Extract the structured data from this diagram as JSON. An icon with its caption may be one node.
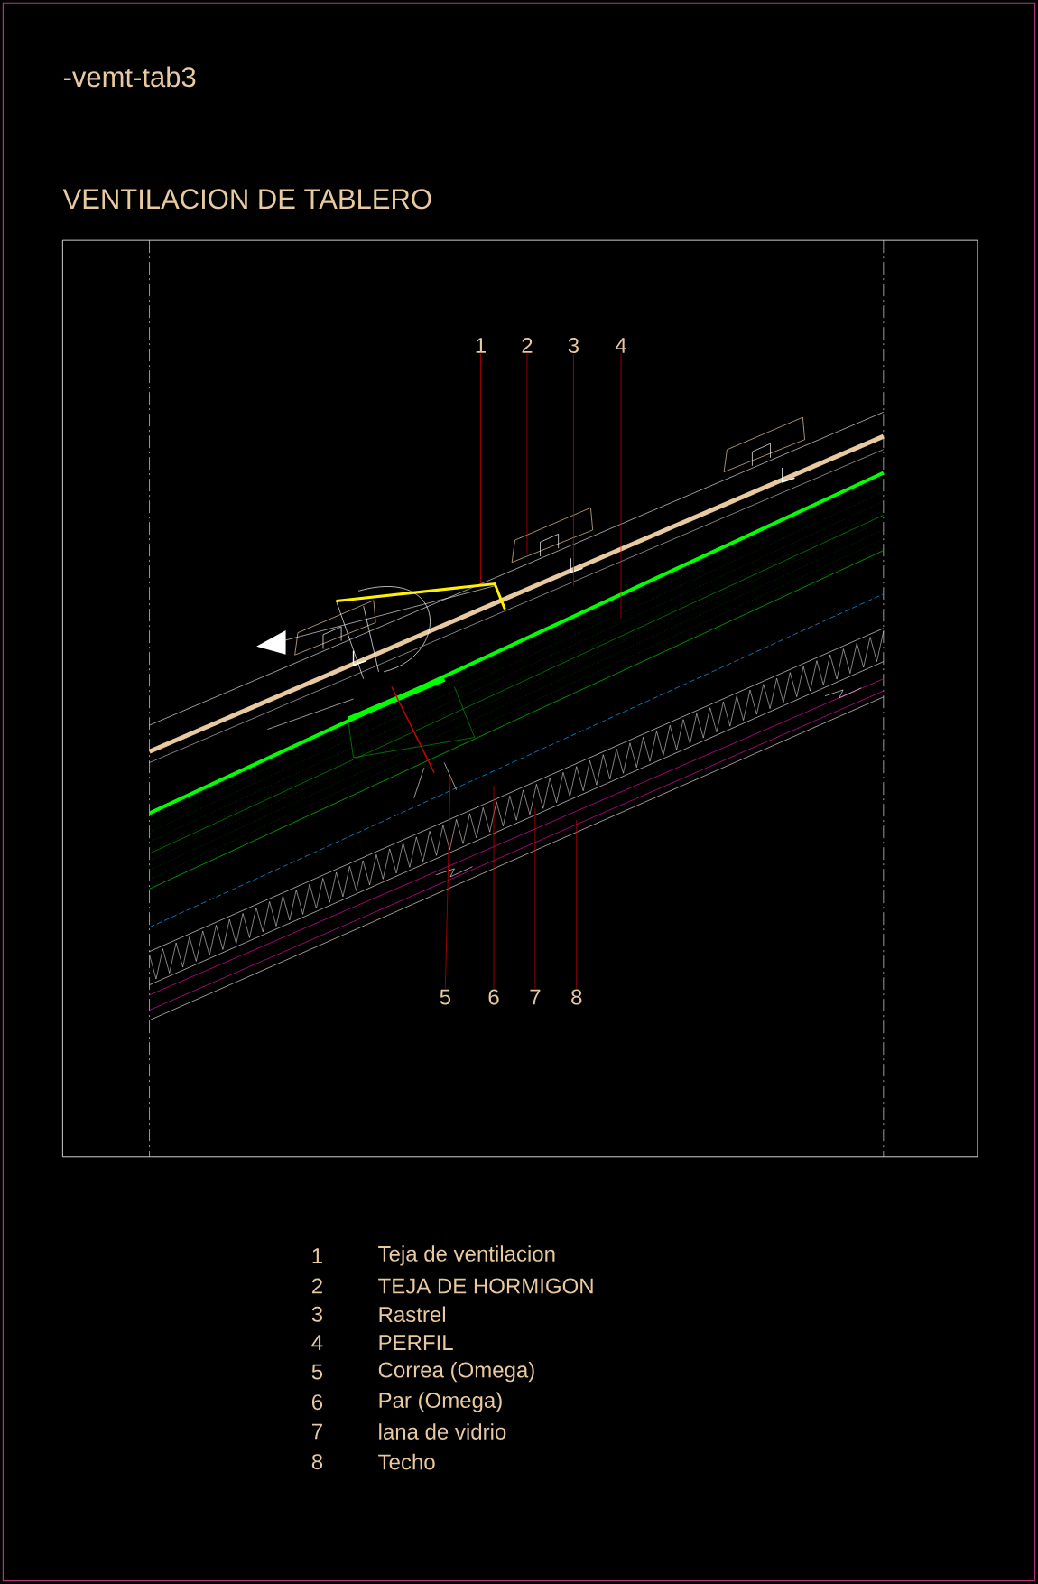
{
  "diagram": {
    "title": "VENTILACION DE TABLERO",
    "nodes": [
      {
        "text": [
          "1"
        ]
      },
      {
        "text": [
          "2"
        ]
      },
      {
        "text": [
          "3"
        ]
      },
      {
        "text": [
          "4"
        ]
      },
      {
        "text": [
          "5"
        ]
      },
      {
        "text": [
          "6"
        ]
      },
      {
        "text": [
          "7"
        ]
      },
      {
        "text": [
          "8"
        ]
      }
    ],
    "edges": [
      {
        "from": 0,
        "to": null,
        "arrow": "none"
      },
      {
        "from": 1,
        "to": null,
        "arrow": "none"
      },
      {
        "from": 2,
        "to": null,
        "arrow": "none"
      },
      {
        "from": 3,
        "to": null,
        "arrow": "none"
      },
      {
        "from": 4,
        "to": null,
        "arrow": "none"
      },
      {
        "from": 5,
        "to": null,
        "arrow": "none"
      },
      {
        "from": 6,
        "to": null,
        "arrow": "none"
      },
      {
        "from": 7,
        "to": null,
        "arrow": "none"
      }
    ],
    "labels": [
      "-vemt-tab3",
      "1",
      "Teja de ventilacion",
      "2",
      "TEJA DE HORMIGON",
      "3",
      "Rastrel",
      "4",
      "PERFIL",
      "5",
      "Correa (Omega)",
      "6",
      "Par (Omega)",
      "7",
      "lana de vidrio",
      "8",
      "Techo"
    ]
  }
}
